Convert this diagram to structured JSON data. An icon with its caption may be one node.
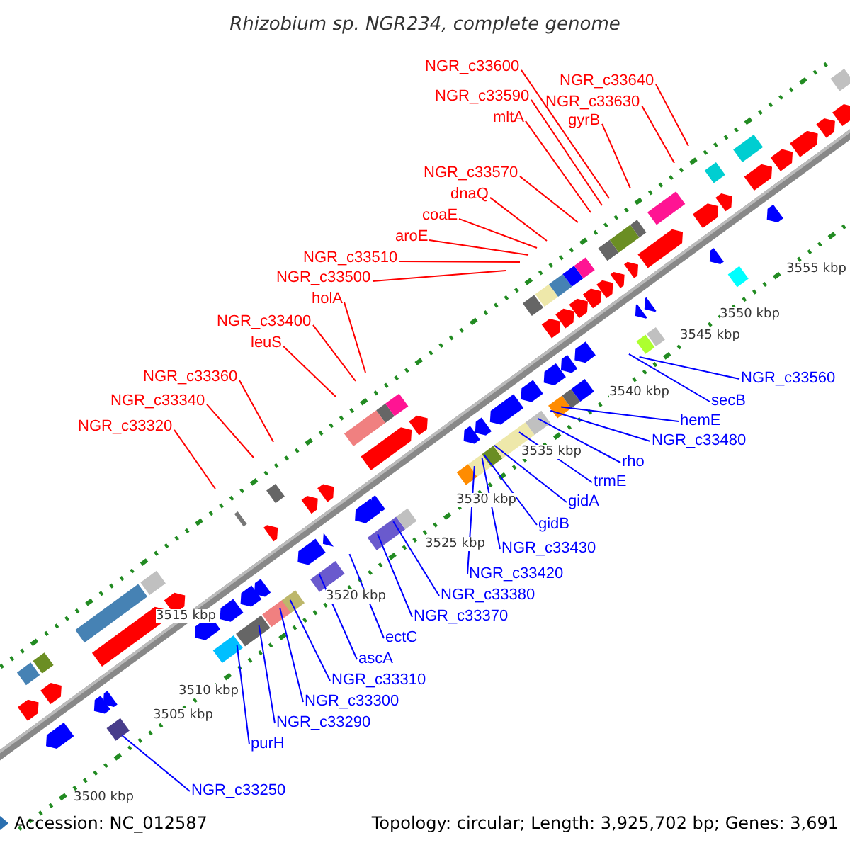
{
  "diagram": {
    "title": "Rhizobium sp. NGR234, complete genome",
    "nodes": [
      {
        "text": [
          "NGR_c33600"
        ]
      },
      {
        "text": [
          "NGR_c33640"
        ]
      },
      {
        "text": [
          "NGR_c33590"
        ]
      },
      {
        "text": [
          "NGR_c33630"
        ]
      },
      {
        "text": [
          "mltA"
        ]
      },
      {
        "text": [
          "gyrB"
        ]
      },
      {
        "text": [
          "NGR_c33570"
        ]
      },
      {
        "text": [
          "dnaQ"
        ]
      },
      {
        "text": [
          "coaE"
        ]
      },
      {
        "text": [
          "aroE"
        ]
      },
      {
        "text": [
          "NGR_c33510"
        ]
      },
      {
        "text": [
          "NGR_c33500"
        ]
      },
      {
        "text": [
          "holA"
        ]
      },
      {
        "text": [
          "NGR_c33400"
        ]
      },
      {
        "text": [
          "leuS"
        ]
      },
      {
        "text": [
          "NGR_c33360"
        ]
      },
      {
        "text": [
          "NGR_c33340"
        ]
      },
      {
        "text": [
          "NGR_c33320"
        ]
      },
      {
        "text": [
          "NGR_c33560"
        ]
      },
      {
        "text": [
          "secB"
        ]
      },
      {
        "text": [
          "hemE"
        ]
      },
      {
        "text": [
          "NGR_c33480"
        ]
      },
      {
        "text": [
          "rho"
        ]
      },
      {
        "text": [
          "trmE"
        ]
      },
      {
        "text": [
          "gidA"
        ]
      },
      {
        "text": [
          "gidB"
        ]
      },
      {
        "text": [
          "NGR_c33430"
        ]
      },
      {
        "text": [
          "NGR_c33420"
        ]
      },
      {
        "text": [
          "NGR_c33380"
        ]
      },
      {
        "text": [
          "NGR_c33370"
        ]
      },
      {
        "text": [
          "ectC"
        ]
      },
      {
        "text": [
          "ascA"
        ]
      },
      {
        "text": [
          "NGR_c33310"
        ]
      },
      {
        "text": [
          "NGR_c33300"
        ]
      },
      {
        "text": [
          "NGR_c33290"
        ]
      },
      {
        "text": [
          "purH"
        ]
      },
      {
        "text": [
          "NGR_c33250"
        ]
      }
    ],
    "edges": [
      {
        "from": 0,
        "to": null,
        "arrow": "none",
        "color": "#ff0000"
      },
      {
        "from": 1,
        "to": null,
        "arrow": "none",
        "color": "#ff0000"
      },
      {
        "from": 2,
        "to": null,
        "arrow": "none",
        "color": "#ff0000"
      },
      {
        "from": 3,
        "to": null,
        "arrow": "none",
        "color": "#ff0000"
      },
      {
        "from": 4,
        "to": null,
        "arrow": "none",
        "color": "#ff0000"
      },
      {
        "from": 5,
        "to": null,
        "arrow": "none",
        "color": "#ff0000"
      },
      {
        "from": 6,
        "to": null,
        "arrow": "none",
        "color": "#ff0000"
      },
      {
        "from": 7,
        "to": null,
        "arrow": "none",
        "color": "#ff0000"
      },
      {
        "from": 8,
        "to": null,
        "arrow": "none",
        "color": "#ff0000"
      },
      {
        "from": 9,
        "to": null,
        "arrow": "none",
        "color": "#ff0000"
      },
      {
        "from": 10,
        "to": null,
        "arrow": "none",
        "color": "#ff0000"
      },
      {
        "from": 11,
        "to": null,
        "arrow": "none",
        "color": "#ff0000"
      },
      {
        "from": 12,
        "to": null,
        "arrow": "none",
        "color": "#ff0000"
      },
      {
        "from": 13,
        "to": null,
        "arrow": "none",
        "color": "#ff0000"
      },
      {
        "from": 14,
        "to": null,
        "arrow": "none",
        "color": "#ff0000"
      },
      {
        "from": 15,
        "to": null,
        "arrow": "none",
        "color": "#ff0000"
      },
      {
        "from": 16,
        "to": null,
        "arrow": "none",
        "color": "#ff0000"
      },
      {
        "from": 17,
        "to": null,
        "arrow": "none",
        "color": "#ff0000"
      },
      {
        "from": 18,
        "to": null,
        "arrow": "none"
      },
      {
        "from": 19,
        "to": null,
        "arrow": "none"
      },
      {
        "from": 20,
        "to": null,
        "arrow": "none"
      },
      {
        "from": 21,
        "to": null,
        "arrow": "none"
      },
      {
        "from": 22,
        "to": null,
        "arrow": "none"
      },
      {
        "from": 23,
        "to": null,
        "arrow": "none"
      },
      {
        "from": 24,
        "to": null,
        "arrow": "none"
      },
      {
        "from": 25,
        "to": null,
        "arrow": "none"
      },
      {
        "from": 26,
        "to": null,
        "arrow": "none"
      },
      {
        "from": 27,
        "to": null,
        "arrow": "none"
      },
      {
        "from": 28,
        "to": null,
        "arrow": "none"
      },
      {
        "from": 29,
        "to": null,
        "arrow": "none"
      },
      {
        "from": 30,
        "to": null,
        "arrow": "none"
      },
      {
        "from": 31,
        "to": null,
        "arrow": "none"
      },
      {
        "from": 32,
        "to": null,
        "arrow": "none"
      },
      {
        "from": 33,
        "to": null,
        "arrow": "none"
      },
      {
        "from": 34,
        "to": null,
        "arrow": "none"
      },
      {
        "from": 35,
        "to": null,
        "arrow": "none"
      },
      {
        "from": 36,
        "to": null,
        "arrow": "none"
      }
    ],
    "labels": [
      "3555 kbp",
      "3550 kbp",
      "3545 kbp",
      "3540 kbp",
      "3535 kbp",
      "3530 kbp",
      "3525 kbp",
      "3520 kbp",
      "3515 kbp",
      "3510 kbp",
      "3505 kbp",
      "3500 kbp",
      "Accession: NC_012587",
      "Topology: circular; Length: 3,925,702 bp; Genes: 3,691"
    ]
  }
}
